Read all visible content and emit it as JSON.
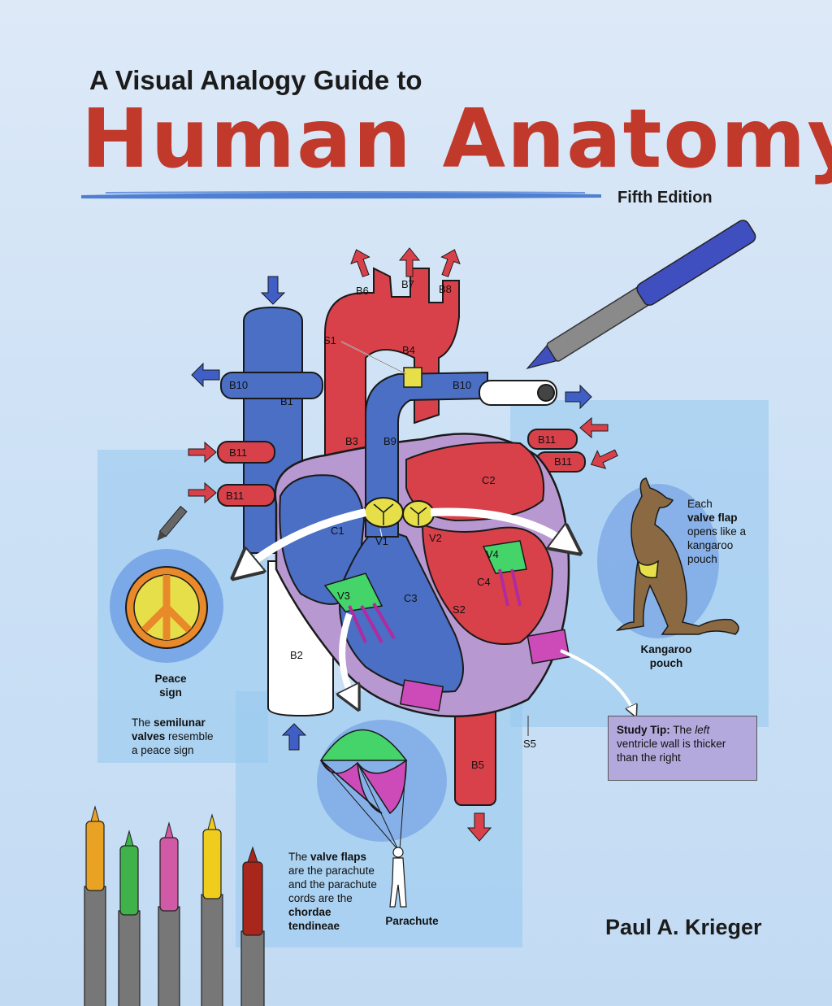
{
  "cover": {
    "subtitle_pre": "A ",
    "subtitle_main": "Visual Analogy Guide",
    "subtitle_post": " to",
    "title": "Human Anatomy",
    "edition": "Fifth Edition",
    "author": "Paul A. Krieger"
  },
  "colors": {
    "title_red": "#c0392b",
    "vessel_blue": "#4a6fc4",
    "vessel_red": "#d9414a",
    "myocardium": "#b898d0",
    "valve_yellow": "#e6df4a"
  },
  "labels": {
    "B1": "B1",
    "B2": "B2",
    "B3": "B3",
    "B4": "B4",
    "B5": "B5",
    "B6": "B6",
    "B7": "B7",
    "B8": "B8",
    "B9": "B9",
    "B10": "B10",
    "B11": "B11",
    "C1": "C1",
    "C2": "C2",
    "C3": "C3",
    "C4": "C4",
    "V1": "V1",
    "V2": "V2",
    "V3": "V3",
    "V4": "V4",
    "S1": "S1",
    "S2": "S2",
    "S5": "S5"
  },
  "analogies": {
    "peace": {
      "title_line1": "Peace",
      "title_line2": "sign",
      "text_1": "The ",
      "text_b1": "semilunar",
      "text_b2": "valves",
      "text_2": " resemble",
      "text_3": "a peace sign"
    },
    "kangaroo": {
      "line1": "Each",
      "line2": "valve flap",
      "line3": "opens like a",
      "line4": "kangaroo",
      "line5": "pouch",
      "title_line1": "Kangaroo",
      "title_line2": "pouch"
    },
    "parachute": {
      "line1_a": "The ",
      "line1_b": "valve flaps",
      "line2": "are the parachute",
      "line3": "and the parachute",
      "line4": "cords are the",
      "line5": "chordae",
      "line6": "tendineae",
      "title": "Parachute"
    },
    "study_tip": {
      "label": "Study Tip:",
      "text_1": " The ",
      "text_italic": "left",
      "text_2": "ventricle wall is thicker than the right"
    }
  },
  "icons": [
    "blue-marker-icon",
    "pencil-icon",
    "orange-marker-icon",
    "green-marker-icon",
    "pink-marker-icon",
    "yellow-marker-icon",
    "red-marker-icon",
    "peace-sign-icon",
    "kangaroo-icon",
    "parachute-icon"
  ]
}
